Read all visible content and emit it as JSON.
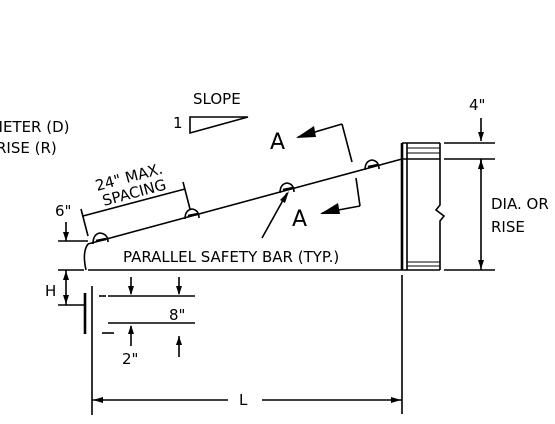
{
  "labels": {
    "legend_line1": "METER (D)",
    "legend_line2": "RISE (R)",
    "slope": "SLOPE",
    "slope_ratio": "1",
    "section_top": "A",
    "section_bottom": "A",
    "spacing_line1": "24\" MAX.",
    "spacing_line2": "SPACING",
    "dim_6in": "6\"",
    "dim_4in": "4\"",
    "dia_rise_line1": "DIA. OR",
    "dia_rise_line2": "RISE",
    "safety_bar": "PARALLEL SAFETY BAR (TYP.)",
    "dim_h": "H",
    "dim_8in": "8\"",
    "dim_2in": "2\"",
    "dim_l": "L"
  }
}
